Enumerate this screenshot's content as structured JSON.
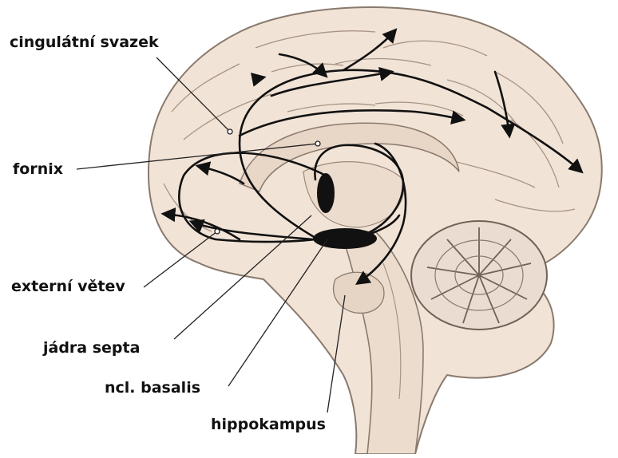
{
  "labels": {
    "cingulate": "cingulátní svazek",
    "fornix": "fornix",
    "external": "externí větev",
    "septal": "jádra septa",
    "basalis": "ncl. basalis",
    "hippocampus": "hippokampus"
  },
  "colors": {
    "brain_fill": "#f1e3d6",
    "brain_line": "#8a7a6e",
    "pathway": "#111111"
  }
}
